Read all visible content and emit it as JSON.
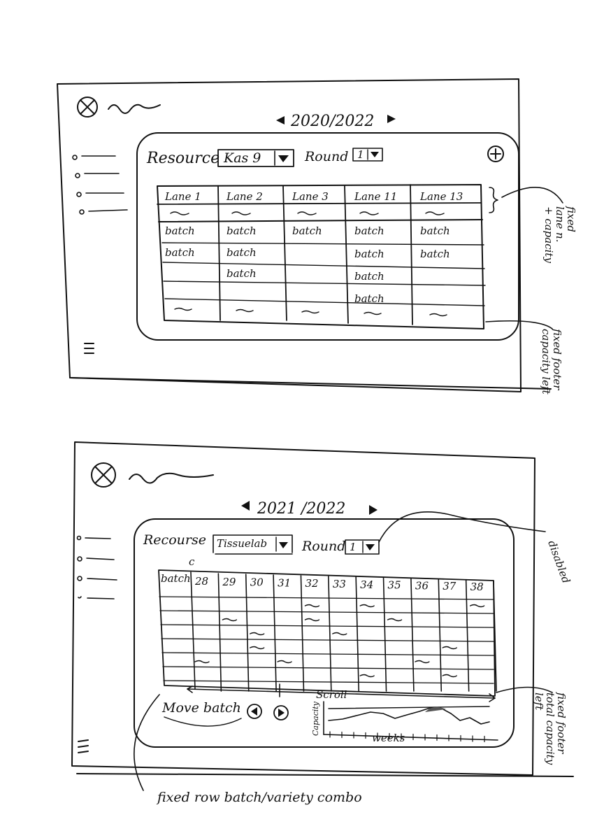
{
  "frame1": {
    "year_label": "2020/2022",
    "resource_label": "Resource",
    "resource_value": "Kas 9",
    "round_label": "Round",
    "round_value": "1",
    "lanes": [
      "Lane 1",
      "Lane 2",
      "Lane 3",
      "Lane 11",
      "Lane 13"
    ],
    "lane_cells": [
      [
        "batch",
        "batch",
        "",
        ""
      ],
      [
        "batch",
        "batch",
        "batch",
        ""
      ],
      [
        "batch",
        "",
        "",
        ""
      ],
      [
        "batch",
        "batch",
        "batch",
        "batch"
      ],
      [
        "batch",
        "batch",
        "",
        ""
      ]
    ],
    "annotation_header": "fixed lane n.\n+ capacity",
    "annotation_footer": "fixed footer\ncapacity left",
    "menu_icon": "hamburger-icon",
    "logo_icon": "circle-x-logo-icon",
    "add_icon": "plus-circle-icon"
  },
  "frame2": {
    "year_label": "2021 /2022",
    "resource_label": "Recourse",
    "resource_value": "Tissuelab",
    "round_label": "Round",
    "round_value": "1",
    "cursor_mark": "c",
    "batch_header": "batch",
    "weeks": [
      "28",
      "29",
      "30",
      "31",
      "32",
      "33",
      "34",
      "35",
      "36",
      "37",
      "38"
    ],
    "scroll_label": "Scroll",
    "move_batch_label": "Move batch",
    "chart_ylabel": "Capacity",
    "chart_xlabel": "weeks",
    "annotation_disabled": "disabled",
    "annotation_footer": "fixed footer\ntotal capacity\nleft",
    "annotation_row": "fixed row batch/variety combo",
    "menu_icon": "hamburger-icon",
    "logo_icon": "circle-x-logo-icon"
  }
}
